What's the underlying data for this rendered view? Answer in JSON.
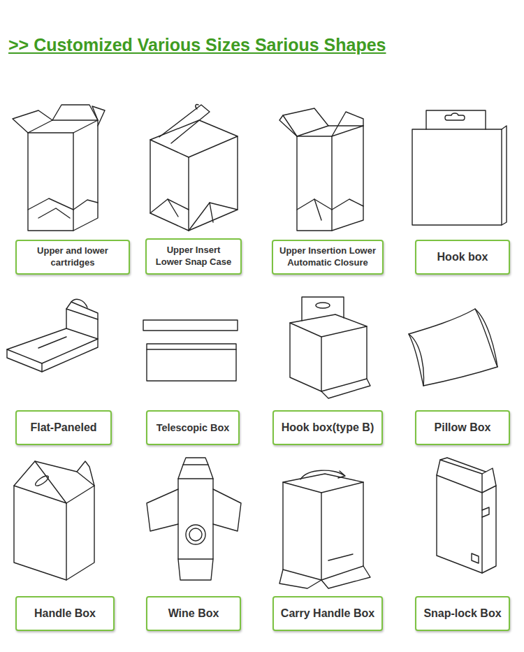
{
  "diagram": {
    "title": ">> Customized Various Sizes Sarious Shapes",
    "nodes": [
      {
        "text": [
          "Upper and lower cartridges"
        ]
      },
      {
        "text": [
          "Upper Insert Lower Snap Case"
        ]
      },
      {
        "text": [
          "Upper Insertion Lower Automatic Closure"
        ]
      },
      {
        "text": [
          "Hook box"
        ]
      },
      {
        "text": [
          "Flat-Paneled"
        ]
      },
      {
        "text": [
          "Telescopic Box"
        ]
      },
      {
        "text": [
          "Hook box(type B)"
        ]
      },
      {
        "text": [
          "Pillow Box"
        ]
      },
      {
        "text": [
          "Handle Box"
        ]
      },
      {
        "text": [
          "Wine Box"
        ]
      },
      {
        "text": [
          "Carry Handle Box"
        ]
      },
      {
        "text": [
          "Snap-lock Box"
        ]
      }
    ]
  }
}
